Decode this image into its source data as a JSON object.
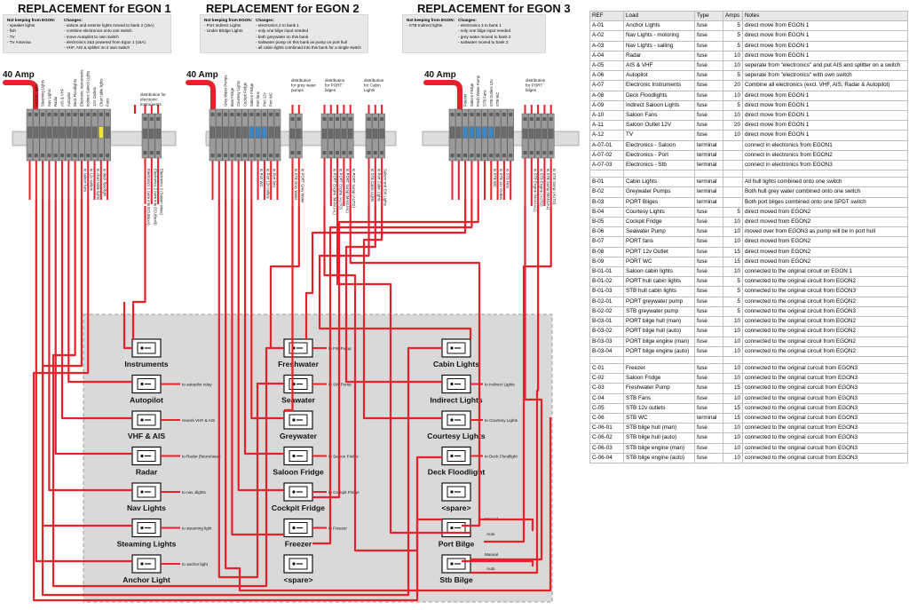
{
  "titles": [
    "REPLACEMENT for EGON 1",
    "REPLACEMENT for EGON 2",
    "REPLACEMENT for EGON 3"
  ],
  "amp_label": "40 Amp",
  "notes": [
    {
      "not_keeping_header": "Not keeping from EGON:",
      "not_keeping": [
        "- speaker lights",
        "- fish",
        "- TV",
        "- TV Antenna"
      ],
      "changes_header": "Changes:",
      "changes": [
        "- saloon and exterior lights moved to bank 2 (15A)",
        "- combine electronics  onto one switch",
        "- move  Autopilot to own switch",
        "- electronics 2&3 powered from Egon 1 (15A)",
        "- VHF, AIS & splitter on it own switch"
      ]
    },
    {
      "not_keeping_header": "Not keeping from EGON:",
      "not_keeping": [
        "- Port Indirect Lights",
        "- Under Bridge Lights"
      ],
      "changes_header": "Changes:",
      "changes": [
        "- electronics 2 to bank 1",
        "- only one bilge input needed",
        "- both greywater on this bank",
        "- saltwater pump on this bank as pump on port hull",
        "- all cabin lights combined into this bank for a single switch"
      ]
    },
    {
      "not_keeping_header": "Not keeping from EGON:",
      "not_keeping": [
        "- STB Indirect lights"
      ],
      "changes_header": "Changes:",
      "changes": [
        "- electronics 3 to bank 1",
        "- only one bilge input needed",
        "- grey water moved to bank 2",
        "- saltwater moved to bank 2"
      ]
    }
  ],
  "terminal_labels_bank1": [
    "Anchor Lights",
    "Steaming Lights",
    "Nav Lights",
    "Radar",
    "AIS & VHF",
    "Autopilot",
    "Deck Floodlights",
    "Electronic Instruments",
    "Indirect Saloon Lights",
    "12V Outlets",
    "Chart table lights",
    "Fans"
  ],
  "terminal_labels_bank2": [
    "Grey Water Pumps",
    "Bow Fridge",
    "Courtesy Lights",
    "Cockpit Fridge",
    "Saloon Fridge",
    "Port fans",
    "Port 12v",
    "Port WC"
  ],
  "terminal_labels_bank3": [
    "Freezer",
    "Saloon Fridge",
    "Fresh Water Pump",
    "STB Fans",
    "STB Outlets 12v",
    "STB WC"
  ],
  "distribution_labels": [
    "distribution for electronic instruments",
    "distribution for grey water pumps",
    "distribution for PORT bilges",
    "distribution for Cabin Lights",
    "distribution for PORT bilges"
  ],
  "wire_labels_bank1": [
    "to saloon fans",
    "to 12v outlets",
    "to chart table lights",
    "to deck floodlight"
  ],
  "wire_labels_dist1": [
    "Electronics 1 (wire into ECUBoxA)",
    "Electronics 2 (wire into ECUBoxB)",
    "Electronics 3 (Saloon wires)"
  ],
  "wire_labels_bank2": [
    "to Port WC",
    "to Port 12v outlets",
    "to Port fans"
  ],
  "wire_labels_dist2": [
    "to STB Grey Water",
    "to PORT Grey Water"
  ],
  "wire_labels_dist3": [
    "to PORT Engine (MANUAL)",
    "to PORT Engine (AUTO)",
    "to PORT Sump (MANUAL)",
    "to PORT Sump (AUTO)"
  ],
  "wire_labels_dist4": [
    "to STB Cabin Lights",
    "to Port Cabin Lights",
    "Saloon and Exit Lights"
  ],
  "wire_labels_bank3": [
    "to STB WC",
    "to STB 12v Outlets",
    "to STB fans"
  ],
  "wire_labels_dist5": [
    "to STB Engine (MANUAL)",
    "to STB Engine (AUTO)",
    "to STB Sump (MANUAL)",
    "to STB Sump (AUTO)"
  ],
  "switches_col1": [
    {
      "name": "Instruments",
      "note": ""
    },
    {
      "name": "Autopilot",
      "note": "to autopilot relay"
    },
    {
      "name": "VHF & AIS",
      "note": "rework VHF & AIS"
    },
    {
      "name": "Radar",
      "note": "to Radar (future/asap"
    },
    {
      "name": "Nav Lights",
      "note": "to nav Jlights"
    },
    {
      "name": "Steaming Lights",
      "note": "to steaming light"
    },
    {
      "name": "Anchor Light",
      "note": "to anchor light"
    }
  ],
  "switches_col2": [
    {
      "name": "Freshwater",
      "note": "to FW Pump"
    },
    {
      "name": "Seawater",
      "note": "to SW Pump"
    },
    {
      "name": "Greywater",
      "note": ""
    },
    {
      "name": "Saloon Fridge",
      "note": "to Saloon Fridge"
    },
    {
      "name": "Cockpit Fridge",
      "note": "to Cockpit Fridge"
    },
    {
      "name": "Freezer",
      "note": "to Freezer"
    },
    {
      "name": "<spare>",
      "note": ""
    }
  ],
  "switches_col3": [
    {
      "name": "Cabin Lights",
      "note": ""
    },
    {
      "name": "Indirect Lights",
      "note": "to Indirect Lights"
    },
    {
      "name": "Courtesy Lights",
      "note": "to Courtesy Lights"
    },
    {
      "name": "Deck Floodlight",
      "note": "to Deck Floodlight"
    },
    {
      "name": "<spare>",
      "note": ""
    },
    {
      "name": "Port Bilge",
      "note": ""
    },
    {
      "name": "Stb Bilge",
      "note": ""
    }
  ],
  "bilge_labels": {
    "manual": "Manual",
    "auto": "Auto"
  },
  "table": {
    "headers": [
      "REF",
      "Load",
      "Type",
      "Amps",
      "Notes"
    ],
    "rows": [
      [
        "A-01",
        "Anchor Lights",
        "fuse",
        "5",
        "direct move from EGON 1"
      ],
      [
        "A-02",
        "Nav Lights - motoring",
        "fuse",
        "5",
        "direct move from EGON 1"
      ],
      [
        "A-03",
        "Nav Lights - sailing",
        "fuse",
        "5",
        "direct move from EGON 1"
      ],
      [
        "A-04",
        "Radar",
        "fuse",
        "10",
        "direct move from EGON 1"
      ],
      [
        "A-05",
        "AIS & VHF",
        "fuse",
        "10",
        "seperate from \"electronics\" and put AIS and splitter on a switch"
      ],
      [
        "A-06",
        "Autopilot",
        "fuse",
        "5",
        "seperate from \"electronics\" with own switch"
      ],
      [
        "A-07",
        "Electronic Instruments",
        "fuse",
        "20",
        "Combine all electronics (excl. VHF, AIS, Radar & Autopilot)"
      ],
      [
        "A-08",
        "Deck Floodlights",
        "fuse",
        "10",
        "direct move from EGON 1"
      ],
      [
        "A-09",
        "Indirect Saloon Lights",
        "fuse",
        "5",
        "direct move from EGON 1"
      ],
      [
        "A-10",
        "Saloon Fans",
        "fuse",
        "10",
        "direct move from EGON 1"
      ],
      [
        "A-11",
        "Saloon Outlet 12V",
        "fuse",
        "20",
        "direct move from EGON 1"
      ],
      [
        "A-12",
        "TV",
        "fuse",
        "10",
        "direct move from EGON 1"
      ],
      [
        "A-07-01",
        "Electronics - Saloon",
        "terminal",
        "",
        "connect in electronics from EGON1"
      ],
      [
        "A-07-02",
        "Electronics - Port",
        "terminal",
        "",
        "connect in electronics from EGON2"
      ],
      [
        "A-07-03",
        "Electronics - Stb",
        "terminal",
        "",
        "connect in electronics from EGON3"
      ],
      [
        "",
        "",
        "",
        "",
        ""
      ],
      [
        "B-01",
        "Cabin Lights",
        "terminal",
        "",
        "All hull lights combined onto one switch"
      ],
      [
        "B-02",
        "Greywater Pumps",
        "terminal",
        "",
        "Both hull grey water combined onto one switch"
      ],
      [
        "B-03",
        "PORT Bliges",
        "terminal",
        "",
        "Both port bilges combined onto one SPDT switch"
      ],
      [
        "B-04",
        "Courtesy Lights",
        "fuse",
        "5",
        "direct moved from EGON2"
      ],
      [
        "B-05",
        "Cockpit Fridge",
        "fuse",
        "10",
        "direct moved from EGON2"
      ],
      [
        "B-06",
        "Seawater Pump",
        "fuse",
        "10",
        "moved over from EGON3 as pump will be in port hull"
      ],
      [
        "B-07",
        "PORT fans",
        "fuse",
        "10",
        "direct moved from EGON2"
      ],
      [
        "B-08",
        "PORT 12v Outlet",
        "fuse",
        "15",
        "direct moved from EGON2"
      ],
      [
        "B-09",
        "PORT WC",
        "fuse",
        "15",
        "direct moved from EGON2"
      ],
      [
        "B-01-01",
        "Saloon cabin lights",
        "fuse",
        "10",
        "connected to the original circuit on EGON 1"
      ],
      [
        "B-01-02",
        "PORT hull cabin lights",
        "fuse",
        "5",
        "connected to the original circuit from EGON2"
      ],
      [
        "B-01-03",
        "STB hull cabin lights",
        "fuse",
        "5",
        "connected to the original circuit from EGON3"
      ],
      [
        "B-02-01",
        "PORT greywater pump",
        "fuse",
        "5",
        "connected to the original circuit from EGON2"
      ],
      [
        "B-02-02",
        "STB greywater pump",
        "fuse",
        "5",
        "connected to the original circuit from EGON3"
      ],
      [
        "B-03-01",
        "PORT bilge hull (man)",
        "fuse",
        "10",
        "connected to the original circuit from EGON2"
      ],
      [
        "B-03-02",
        "PORT bilge hull (auto)",
        "fuse",
        "10",
        "connected to the original circuit from EGON2"
      ],
      [
        "B-03-03",
        "PORT bilge engine (man)",
        "fuse",
        "10",
        "connected to the original circuit from EGON2"
      ],
      [
        "B-03-04",
        "PORT bilge engine (auto)",
        "fuse",
        "10",
        "connected to the original circuit from EGON2"
      ],
      [
        "",
        "",
        "",
        "",
        ""
      ],
      [
        "C-01",
        "Freezer",
        "fuse",
        "10",
        "connected to the original curcuit from EGON3"
      ],
      [
        "C-02",
        "Saloon Fridge",
        "fuse",
        "10",
        "connected to the original curcuit from EGON3"
      ],
      [
        "C-03",
        "Freshwater Pump",
        "fuse",
        "15",
        "connected to the original curcuit from EGON3"
      ],
      [
        "C-04",
        "STB Fans",
        "fuse",
        "10",
        "connected to the original curcuit from EGON3"
      ],
      [
        "C-05",
        "STB 12v outlets",
        "fuse",
        "15",
        "connected to the original curcuit from EGON3"
      ],
      [
        "C-06",
        "STB WC",
        "terminal",
        "15",
        "connected to the original curcuit from EGON3"
      ],
      [
        "C-06-01",
        "STB bilge hull (man)",
        "fuse",
        "10",
        "connected to the original curcuit from EGON3"
      ],
      [
        "C-06-02",
        "STB bilge hull (auto)",
        "fuse",
        "10",
        "connected to the original curcuit from EGON3"
      ],
      [
        "C-06-03",
        "STB bilge engine (man)",
        "fuse",
        "10",
        "connected to the original curcuit from EGON3"
      ],
      [
        "C-06-04",
        "STB bilge engine (auto)",
        "fuse",
        "10",
        "connected to the original curcuit from EGON3"
      ]
    ]
  },
  "colors": {
    "wire": "#e8202a",
    "rail": "#dcdcdc",
    "panel": "#d9d9d9",
    "terminal": "#8a8a8a",
    "blue": "#3d86c6",
    "yellow": "#f2e23a"
  }
}
